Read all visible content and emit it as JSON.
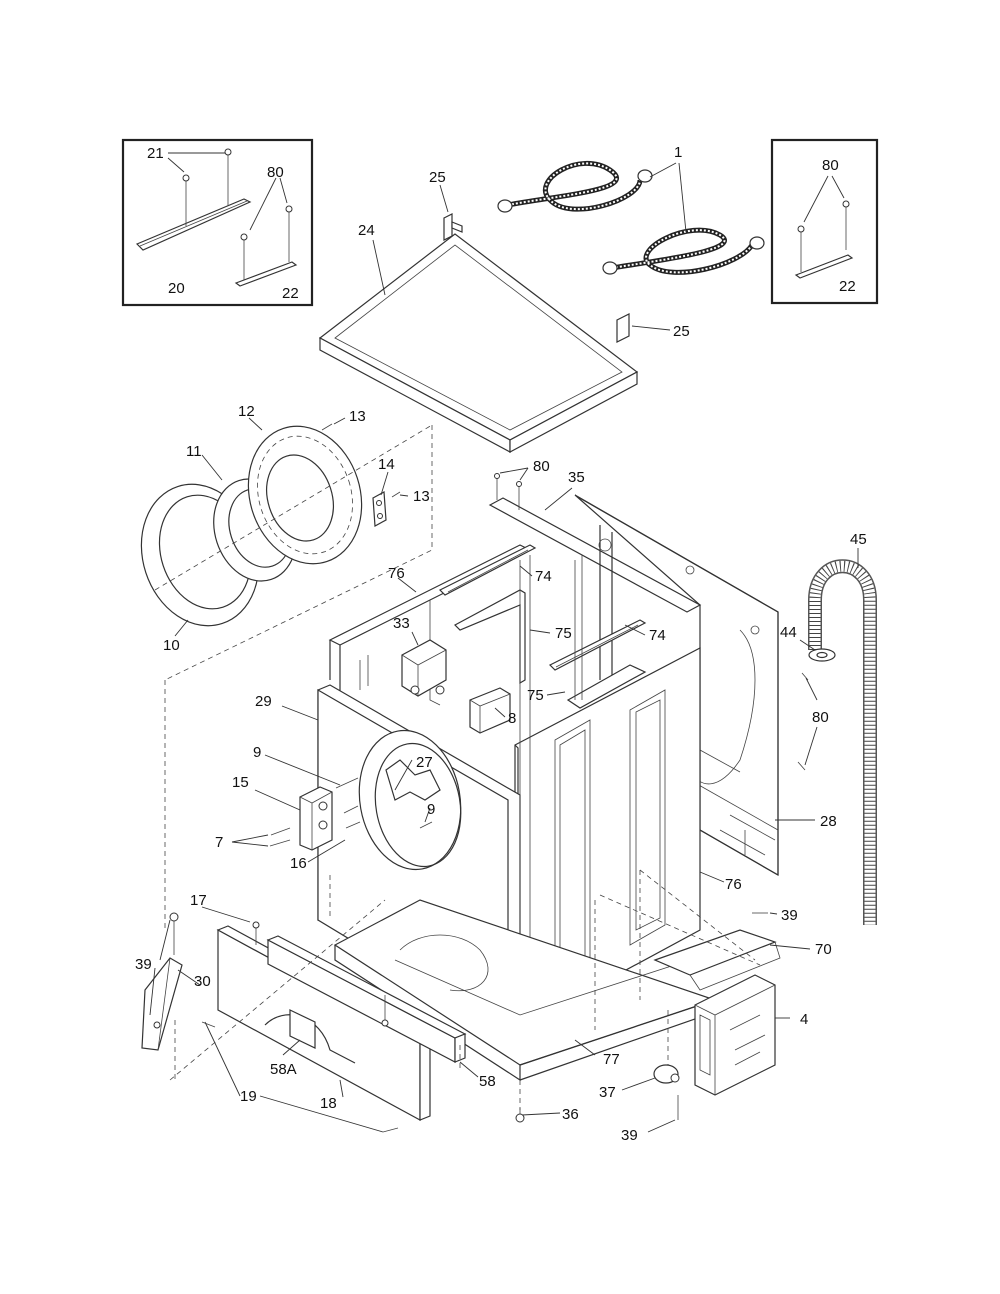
{
  "callouts": {
    "c1": "1",
    "c4": "4",
    "c7": "7",
    "c8": "8",
    "c9a": "9",
    "c9b": "9",
    "c10": "10",
    "c11": "11",
    "c12": "12",
    "c13a": "13",
    "c13b": "13",
    "c14": "14",
    "c15": "15",
    "c16": "16",
    "c17": "17",
    "c18": "18",
    "c19": "19",
    "c20": "20",
    "c21": "21",
    "c22a": "22",
    "c22b": "22",
    "c24": "24",
    "c25a": "25",
    "c25b": "25",
    "c27": "27",
    "c28": "28",
    "c29": "29",
    "c30": "30",
    "c33": "33",
    "c35": "35",
    "c36": "36",
    "c37": "37",
    "c39a": "39",
    "c39b": "39",
    "c39c": "39",
    "c44": "44",
    "c45": "45",
    "c58": "58",
    "c58A": "58A",
    "c70": "70",
    "c74a": "74",
    "c74b": "74",
    "c75a": "75",
    "c75b": "75",
    "c76a": "76",
    "c76b": "76",
    "c77": "77",
    "c80a": "80",
    "c80b": "80",
    "c80c": "80",
    "c80d": "80"
  }
}
